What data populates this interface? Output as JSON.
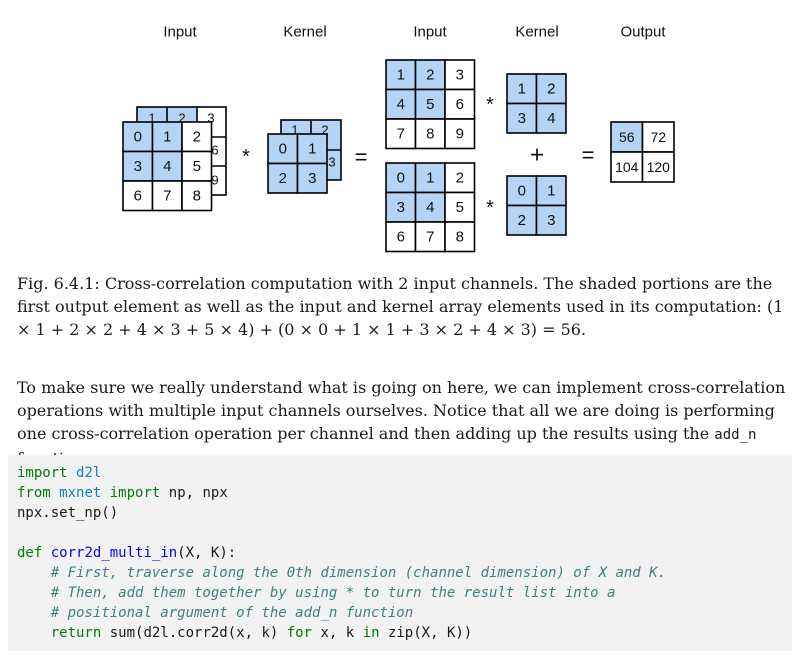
{
  "figure": {
    "headers": [
      "Input",
      "Kernel",
      "Input",
      "Kernel",
      "Output"
    ],
    "input_stack": {
      "front": [
        [
          "0",
          "1",
          "2"
        ],
        [
          "3",
          "4",
          "5"
        ],
        [
          "6",
          "7",
          "8"
        ]
      ],
      "back_partial": [
        "1",
        "2",
        "3",
        "6",
        "9"
      ]
    },
    "kernel_stack": {
      "front": [
        [
          "0",
          "1"
        ],
        [
          "2",
          "3"
        ]
      ],
      "back_partial": [
        "1",
        "2",
        "3"
      ]
    },
    "input_channel_1": [
      [
        "1",
        "2",
        "3"
      ],
      [
        "4",
        "5",
        "6"
      ],
      [
        "7",
        "8",
        "9"
      ]
    ],
    "kernel_channel_1": [
      [
        "1",
        "2"
      ],
      [
        "3",
        "4"
      ]
    ],
    "input_channel_0": [
      [
        "0",
        "1",
        "2"
      ],
      [
        "3",
        "4",
        "5"
      ],
      [
        "6",
        "7",
        "8"
      ]
    ],
    "kernel_channel_0": [
      [
        "0",
        "1"
      ],
      [
        "2",
        "3"
      ]
    ],
    "output": [
      [
        "56",
        "72"
      ],
      [
        "104",
        "120"
      ]
    ],
    "operators": {
      "conv": "*",
      "equals": "=",
      "plus": "+"
    },
    "shade_color": "#b4d3f5"
  },
  "caption": {
    "label": "Fig. 6.4.1:",
    "text": "Cross-correlation computation with 2 input channels. The shaded portions are the first output element as well as the input and kernel array elements used in its computation:",
    "math_line1": "(1 × 1 +",
    "math_line2": "2 × 2 + 4 × 3 + 5 × 4) + (0 × 0 + 1 × 1 + 3 × 2 + 4 × 3) = 56."
  },
  "prose": {
    "before": "To make sure we really understand what is going on here, we can implement cross-correlation operations with multiple input channels ourselves. Notice that all we are doing is performing one cross-correlation operation per channel and then adding up the results using the",
    "code": "add_n",
    "after": "function."
  },
  "code": {
    "l1_kw": "import",
    "l1_mod": "d2l",
    "l2_kw1": "from",
    "l2_mod": "mxnet",
    "l2_kw2": "import",
    "l2_rest": "np, npx",
    "l3": "npx.set_np()",
    "l5_kw": "def",
    "l5_fn": "corr2d_multi_in",
    "l5_rest": "(X, K):",
    "l6": "# First, traverse along the 0th dimension (channel dimension) of X and K.",
    "l7": "# Then, add them together by using * to turn the result list into a",
    "l8": "# positional argument of the add_n function",
    "l9_kw": "return",
    "l9_a": "sum(d2l.corr2d(x, k)",
    "l9_kw2": "for",
    "l9_b": "x, k",
    "l9_kw3": "in",
    "l9_c": "zip(X, K))"
  }
}
